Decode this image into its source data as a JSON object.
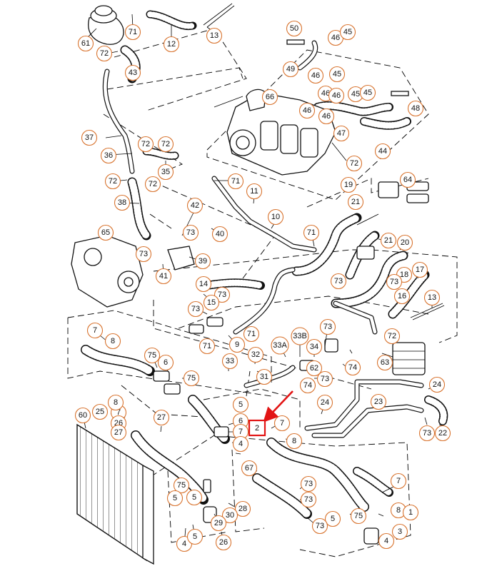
{
  "diagram": {
    "callouts": [
      {
        "label": "61"
      },
      {
        "label": "71"
      },
      {
        "label": "12"
      },
      {
        "label": "13"
      },
      {
        "label": "72"
      },
      {
        "label": "43"
      },
      {
        "label": "50"
      },
      {
        "label": "46"
      },
      {
        "label": "45"
      },
      {
        "label": "49"
      },
      {
        "label": "46"
      },
      {
        "label": "45"
      },
      {
        "label": "46"
      },
      {
        "label": "45"
      },
      {
        "label": "66"
      },
      {
        "label": "46"
      },
      {
        "label": "46"
      },
      {
        "label": "45"
      },
      {
        "label": "48"
      },
      {
        "label": "46"
      },
      {
        "label": "47"
      },
      {
        "label": "44"
      },
      {
        "label": "72"
      },
      {
        "label": "37"
      },
      {
        "label": "36"
      },
      {
        "label": "72"
      },
      {
        "label": "72"
      },
      {
        "label": "35"
      },
      {
        "label": "72"
      },
      {
        "label": "72"
      },
      {
        "label": "71"
      },
      {
        "label": "11"
      },
      {
        "label": "19"
      },
      {
        "label": "64"
      },
      {
        "label": "38"
      },
      {
        "label": "21"
      },
      {
        "label": "42"
      },
      {
        "label": "10"
      },
      {
        "label": "65"
      },
      {
        "label": "73"
      },
      {
        "label": "40"
      },
      {
        "label": "71"
      },
      {
        "label": "21"
      },
      {
        "label": "20"
      },
      {
        "label": "73"
      },
      {
        "label": "39"
      },
      {
        "label": "41"
      },
      {
        "label": "73"
      },
      {
        "label": "18"
      },
      {
        "label": "17"
      },
      {
        "label": "73"
      },
      {
        "label": "16"
      },
      {
        "label": "14"
      },
      {
        "label": "73"
      },
      {
        "label": "15"
      },
      {
        "label": "73"
      },
      {
        "label": "13"
      },
      {
        "label": "7"
      },
      {
        "label": "8"
      },
      {
        "label": "9"
      },
      {
        "label": "71"
      },
      {
        "label": "73"
      },
      {
        "label": "72"
      },
      {
        "label": "33A"
      },
      {
        "label": "33B"
      },
      {
        "label": "71"
      },
      {
        "label": "32"
      },
      {
        "label": "34"
      },
      {
        "label": "62"
      },
      {
        "label": "63"
      },
      {
        "label": "75"
      },
      {
        "label": "6"
      },
      {
        "label": "33"
      },
      {
        "label": "73"
      },
      {
        "label": "74"
      },
      {
        "label": "31"
      },
      {
        "label": "74"
      },
      {
        "label": "75"
      },
      {
        "label": "24"
      },
      {
        "label": "5"
      },
      {
        "label": "23"
      },
      {
        "label": "24"
      },
      {
        "label": "60"
      },
      {
        "label": "25"
      },
      {
        "label": "7"
      },
      {
        "label": "26"
      },
      {
        "label": "27"
      },
      {
        "label": "8"
      },
      {
        "label": "27"
      },
      {
        "label": "6"
      },
      {
        "label": "7"
      },
      {
        "label": "7"
      },
      {
        "label": "4"
      },
      {
        "label": "8"
      },
      {
        "label": "73"
      },
      {
        "label": "22"
      },
      {
        "label": "67"
      },
      {
        "label": "7"
      },
      {
        "label": "75"
      },
      {
        "label": "73"
      },
      {
        "label": "5"
      },
      {
        "label": "73"
      },
      {
        "label": "28"
      },
      {
        "label": "30"
      },
      {
        "label": "29"
      },
      {
        "label": "5"
      },
      {
        "label": "75"
      },
      {
        "label": "5"
      },
      {
        "label": "8"
      },
      {
        "label": "1"
      },
      {
        "label": "4"
      },
      {
        "label": "5"
      },
      {
        "label": "26"
      },
      {
        "label": "73"
      },
      {
        "label": "3"
      },
      {
        "label": "4"
      }
    ],
    "highlight": {
      "label": "2"
    }
  }
}
